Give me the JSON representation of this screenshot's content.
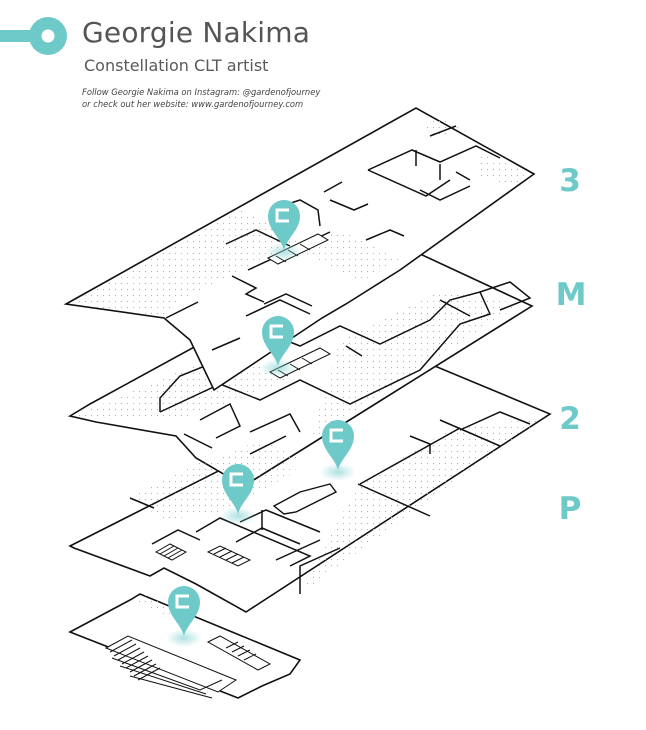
{
  "header": {
    "artist_name": "Georgie Nakima",
    "artist_role": "Constellation CLT artist",
    "credit_line_1": "Follow Georgie Nakima on Instagram: @gardenofjourney",
    "credit_line_2": "or check out her website: www.gardenofjourney.com"
  },
  "colors": {
    "accent": "#6ec9c9",
    "line": "#111111",
    "text": "#555555"
  },
  "floors": [
    {
      "label": "3",
      "marker_icon": "location-pin-icon"
    },
    {
      "label": "M",
      "marker_icon": "location-pin-icon"
    },
    {
      "label": "2",
      "marker_icon": "location-pin-icon"
    },
    {
      "label": "P",
      "marker_icon": "location-pin-icon"
    }
  ],
  "markers": [
    {
      "floor": "3"
    },
    {
      "floor": "M"
    },
    {
      "floor": "2"
    },
    {
      "floor": "2"
    },
    {
      "floor": "P"
    }
  ]
}
